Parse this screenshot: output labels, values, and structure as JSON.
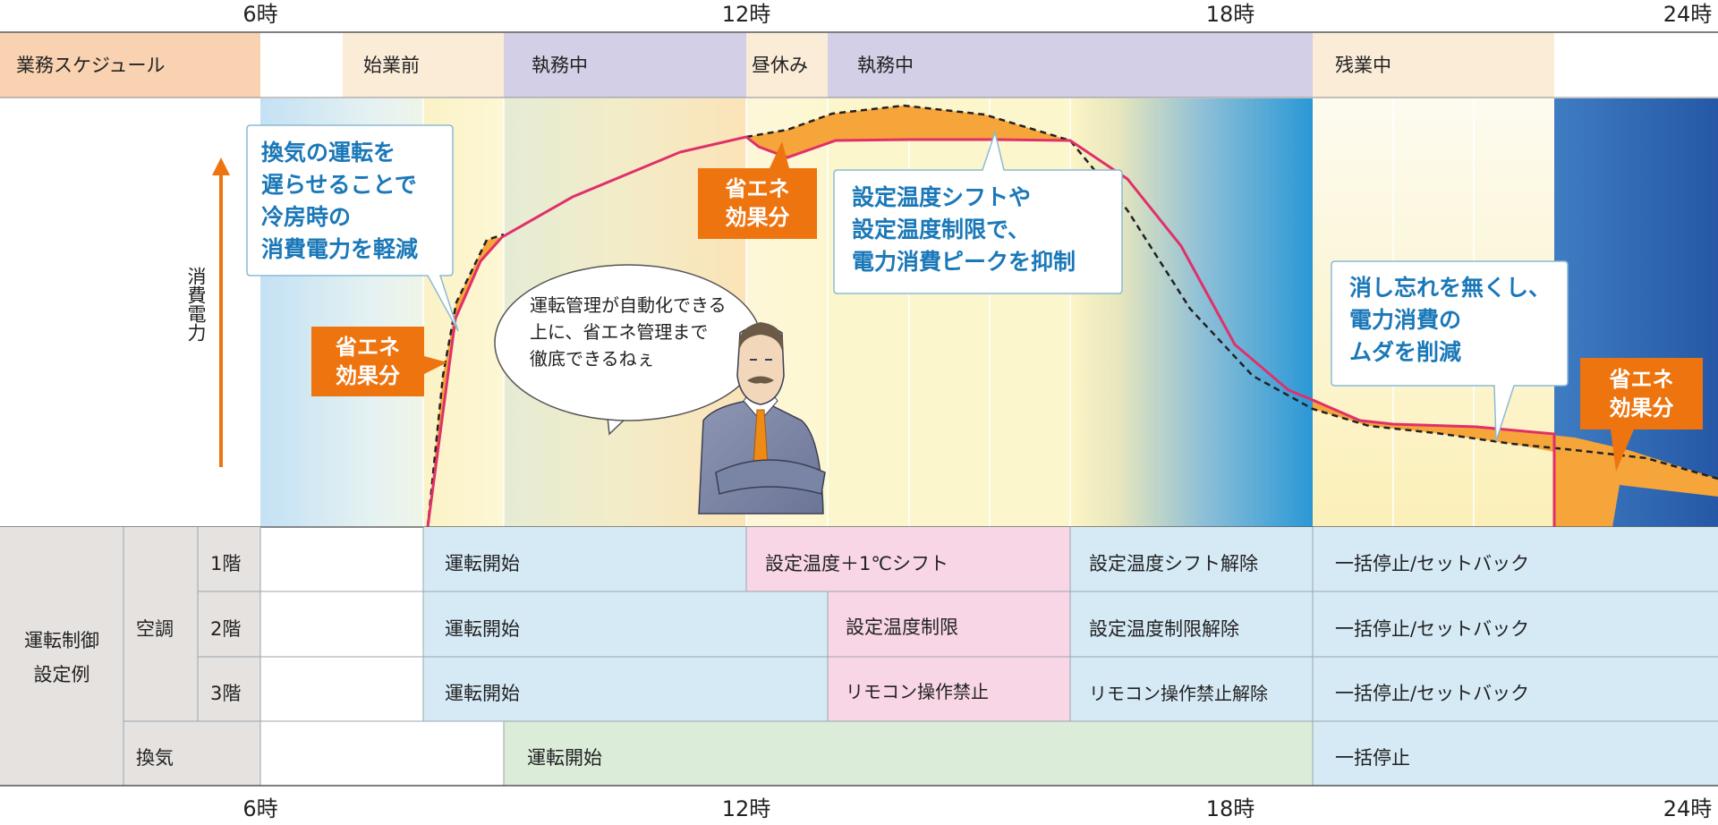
{
  "time_axis": {
    "top_labels": [
      "6時",
      "12時",
      "18時",
      "24時"
    ],
    "bottom_labels": [
      "6時",
      "12時",
      "18時",
      "24時"
    ]
  },
  "schedule": {
    "title": "業務スケジュール",
    "segments": [
      "始業前",
      "執務中",
      "昼休み",
      "執務中",
      "残業中"
    ]
  },
  "power_axis_label": "消費電力",
  "callouts": {
    "ventilation": "換気の運転を\n遅らせることで\n冷房時の\n消費電力を軽減",
    "peak": "設定温度シフトや\n設定温度制限で、\n電力消費ピークを抑制",
    "forgot_off": "消し忘れを無くし、\n電力消費の\nムダを削減",
    "manager": "運転管理が自動化できる\n上に、省エネ管理まで\n徹底できるねぇ"
  },
  "badges": [
    "省エネ\n効果分",
    "省エネ\n効果分",
    "省エネ\n効果分"
  ],
  "control_table": {
    "group_label": "運転制御\n設定例",
    "aircon_label": "空調",
    "ventilation_label": "換気",
    "floors": [
      "1階",
      "2階",
      "3階"
    ],
    "rows": [
      [
        "運転開始",
        "設定温度＋1℃シフト",
        "設定温度シフト解除",
        "一括停止/セットバック"
      ],
      [
        "運転開始",
        "設定温度制限",
        "設定温度制限解除",
        "一括停止/セットバック"
      ],
      [
        "運転開始",
        "リモコン操作禁止",
        "リモコン操作禁止解除",
        "一括停止/セットバック"
      ]
    ],
    "vent_row": [
      "運転開始",
      "一括停止"
    ]
  },
  "colors": {
    "savings_fill": "#f5a53a",
    "actual_line": "#e0306a",
    "baseline_line": "#222222",
    "badge": "#ee7410",
    "callout_text": "#1b78b8",
    "blue_cell": "#d6eaf6",
    "pink_cell": "#f8d6e6",
    "green_cell": "#dbecd9",
    "schedule_orange": "#f9d3b1",
    "schedule_purple": "#d3cfe6",
    "schedule_peach": "#fbecd8"
  }
}
